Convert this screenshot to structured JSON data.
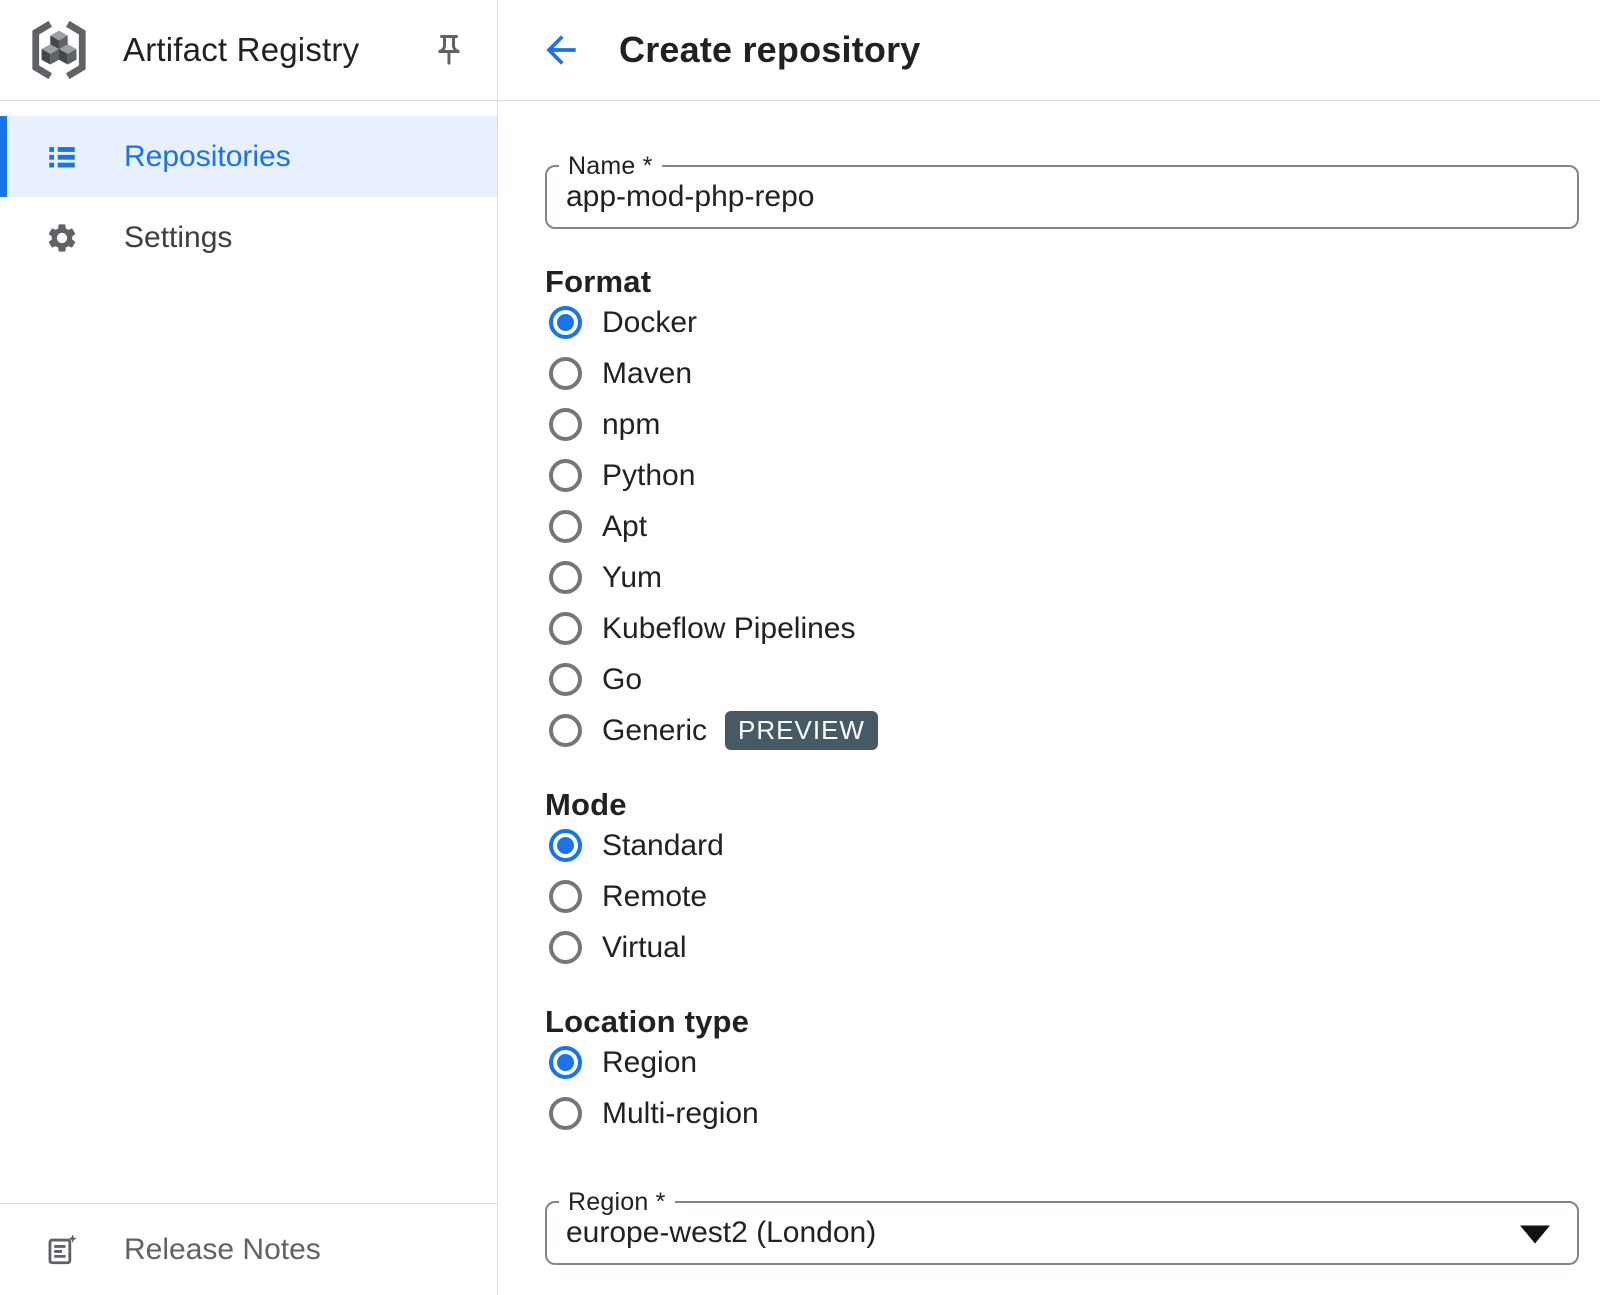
{
  "sidebar": {
    "title": "Artifact Registry",
    "items": [
      {
        "label": "Repositories",
        "selected": true
      },
      {
        "label": "Settings",
        "selected": false
      }
    ],
    "footer": {
      "label": "Release Notes"
    }
  },
  "header": {
    "title": "Create repository"
  },
  "form": {
    "name_field": {
      "label": "Name *",
      "value": "app-mod-php-repo"
    },
    "format": {
      "label": "Format",
      "options": [
        {
          "label": "Docker",
          "selected": true
        },
        {
          "label": "Maven",
          "selected": false
        },
        {
          "label": "npm",
          "selected": false
        },
        {
          "label": "Python",
          "selected": false
        },
        {
          "label": "Apt",
          "selected": false
        },
        {
          "label": "Yum",
          "selected": false
        },
        {
          "label": "Kubeflow Pipelines",
          "selected": false
        },
        {
          "label": "Go",
          "selected": false
        },
        {
          "label": "Generic",
          "selected": false,
          "badge": "PREVIEW"
        }
      ]
    },
    "mode": {
      "label": "Mode",
      "options": [
        {
          "label": "Standard",
          "selected": true
        },
        {
          "label": "Remote",
          "selected": false
        },
        {
          "label": "Virtual",
          "selected": false
        }
      ]
    },
    "location_type": {
      "label": "Location type",
      "options": [
        {
          "label": "Region",
          "selected": true
        },
        {
          "label": "Multi-region",
          "selected": false
        }
      ]
    },
    "region_field": {
      "label": "Region *",
      "value": "europe-west2 (London)"
    }
  },
  "colors": {
    "accent": "#1a73e8",
    "selected_row_bg": "#e8f0fe",
    "badge_bg": "#455a64",
    "text": "#202124",
    "muted": "#5f6368",
    "field_border": "#80868b",
    "divider": "#dadce0"
  }
}
